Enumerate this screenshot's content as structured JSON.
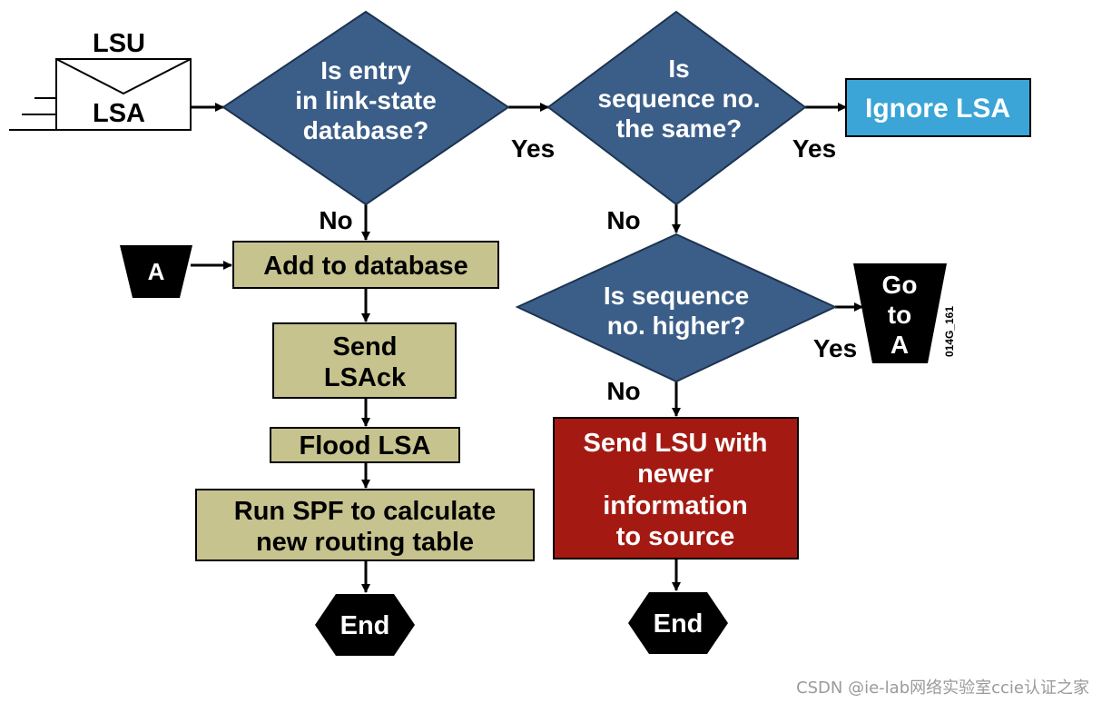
{
  "envelope": {
    "top_label": "LSU",
    "bottom_label": "LSA"
  },
  "decisions": {
    "entry_in_db": [
      "Is entry",
      "in link-state",
      "database?"
    ],
    "same_sequence": [
      "Is",
      "sequence no.",
      "the same?"
    ],
    "higher_sequence": [
      "Is sequence",
      "no. higher?"
    ]
  },
  "actions": {
    "ignore": "Ignore LSA",
    "add": "Add to database",
    "send_ack": [
      "Send",
      "LSAck"
    ],
    "flood": "Flood LSA",
    "run_spf": [
      "Run SPF to calculate",
      "new routing table"
    ],
    "send_lsu": [
      "Send LSU with",
      "newer",
      "information",
      "to source"
    ]
  },
  "connectors": {
    "a_label": "A",
    "goto_a": [
      "Go",
      "to",
      "A"
    ]
  },
  "terminators": {
    "end_left": "End",
    "end_right": "End"
  },
  "branch_labels": {
    "yes_entry": "Yes",
    "no_entry": "No",
    "yes_same": "Yes",
    "no_same": "No",
    "yes_higher": "Yes",
    "no_higher": "No"
  },
  "figure_id": "014G_161",
  "watermark": "CSDN @ie-lab网络实验室ccie认证之家",
  "colors": {
    "decision_fill": "#3b5e88",
    "action_fill": "#c7c38e",
    "ignore_fill": "#3aa5d6",
    "send_lsu_fill": "#a41a12",
    "terminator_fill": "#000000"
  }
}
